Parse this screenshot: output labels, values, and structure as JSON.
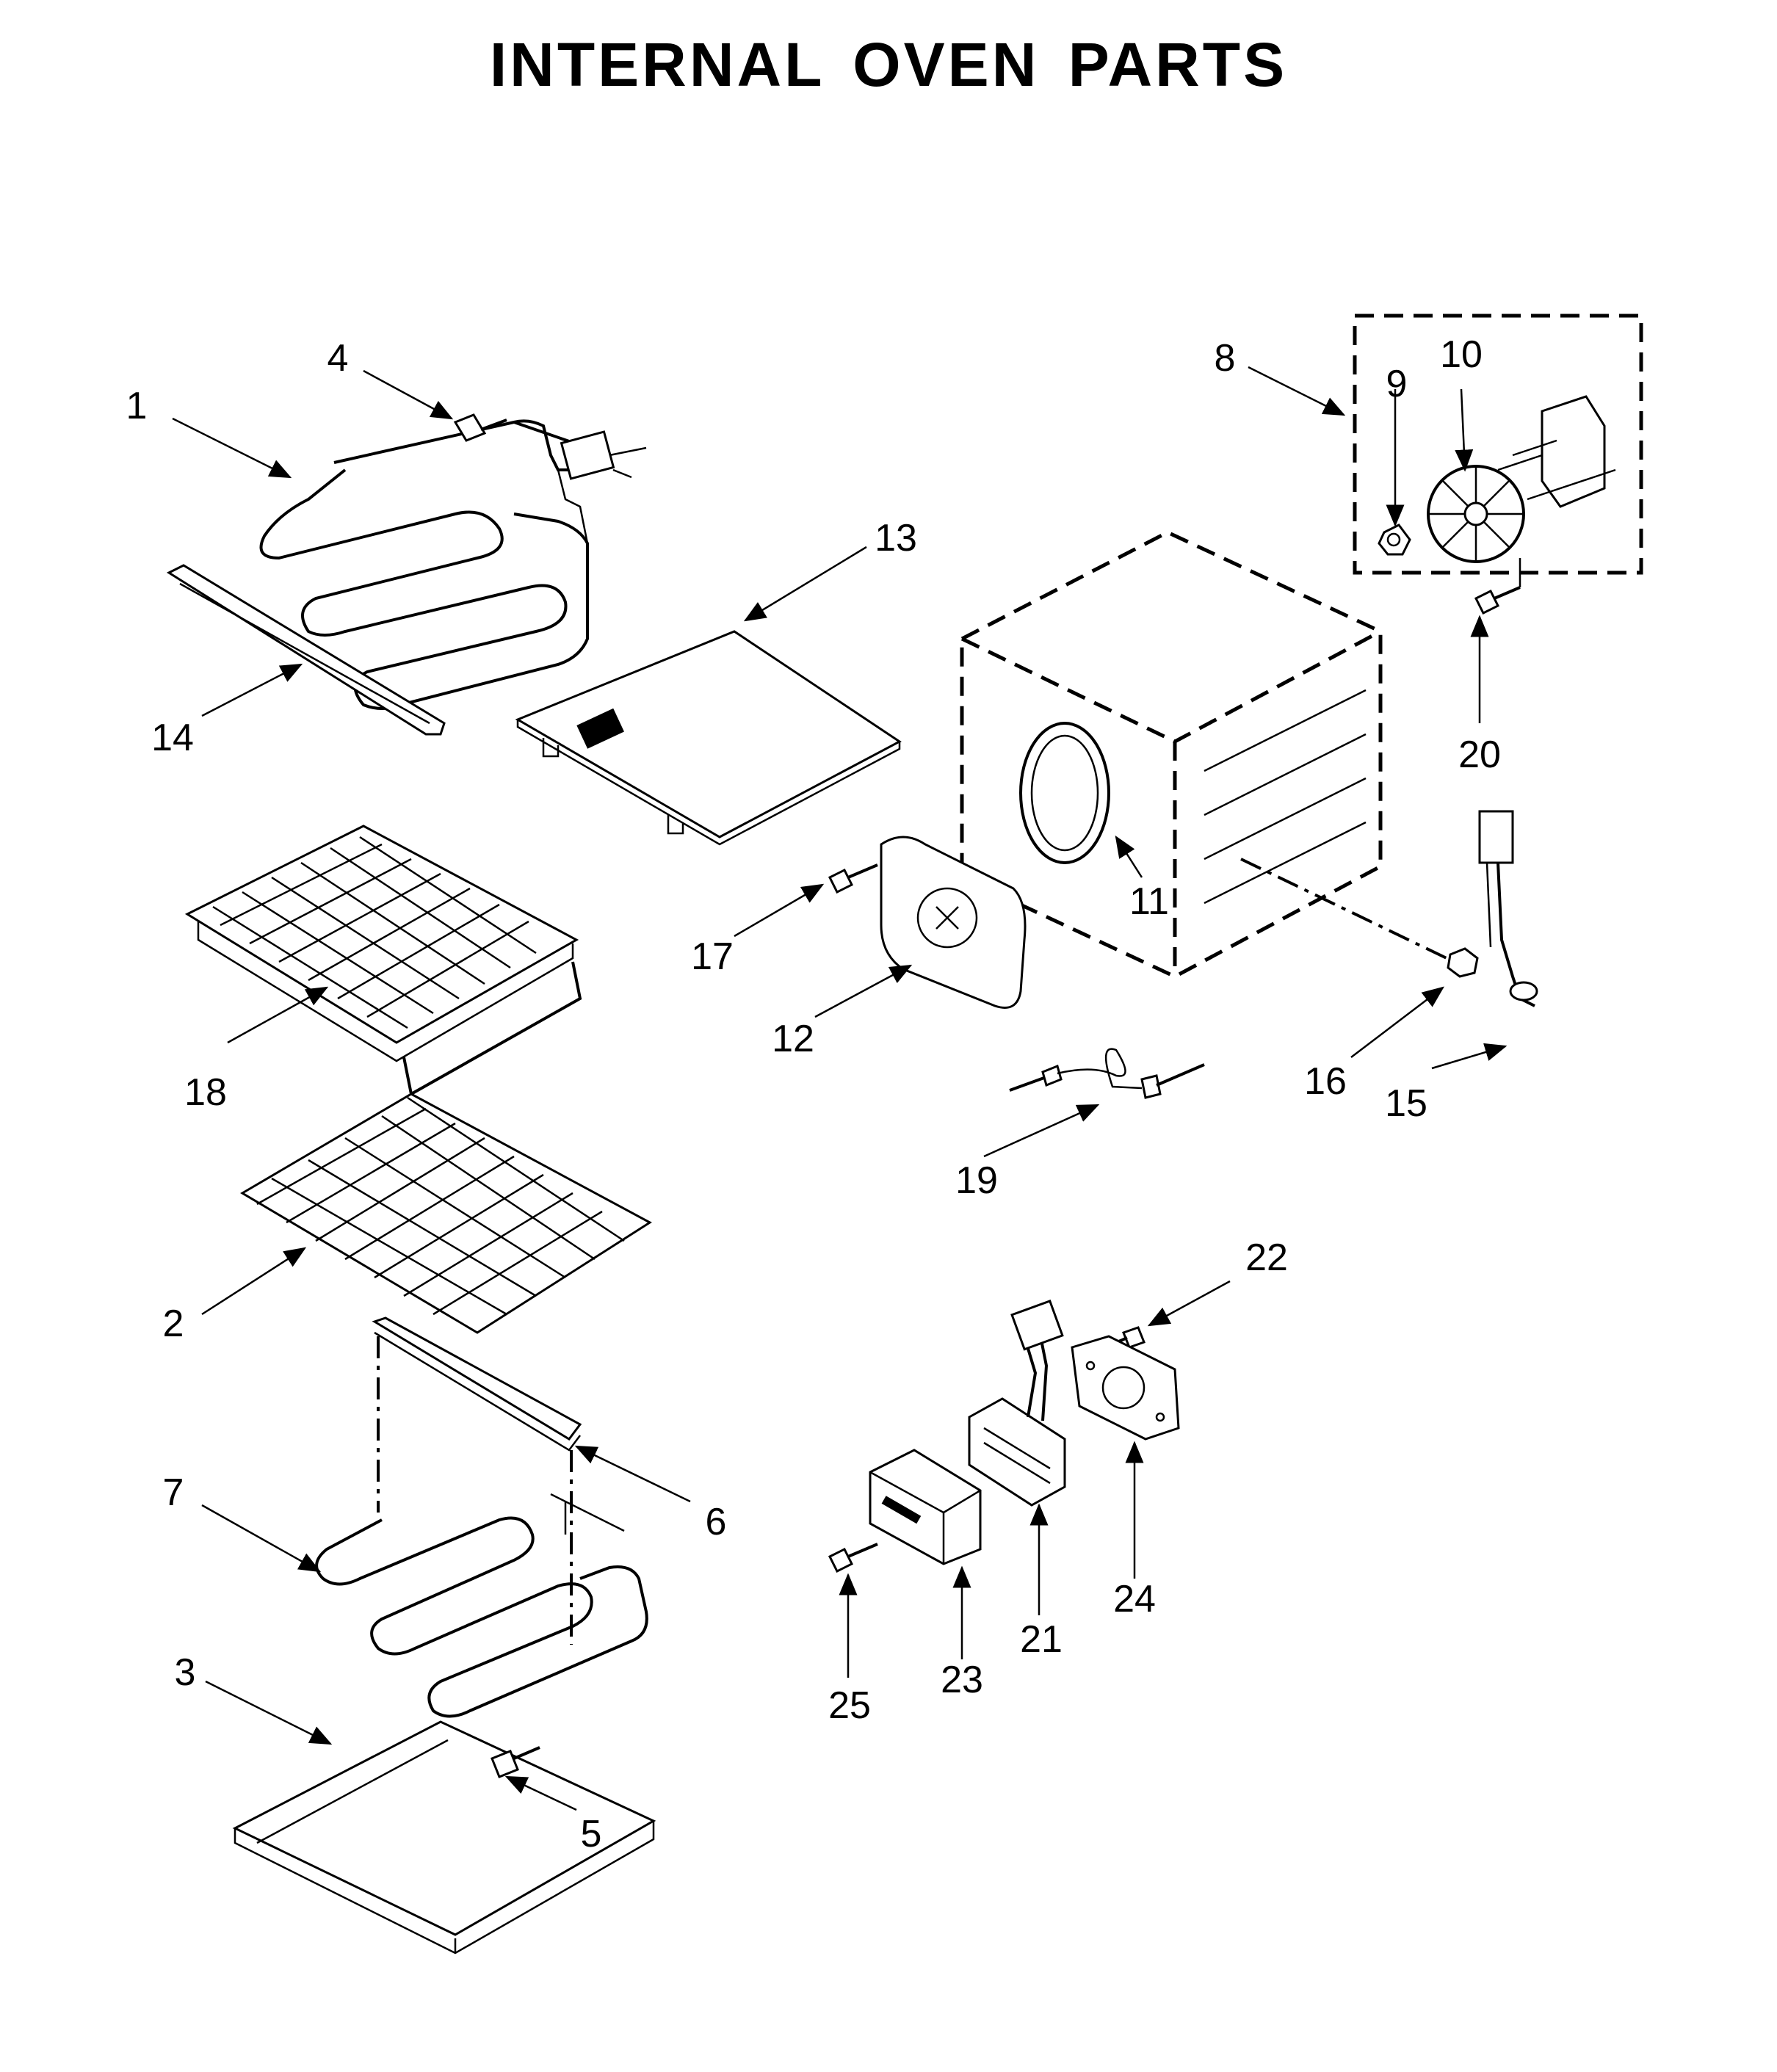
{
  "title": "INTERNAL OVEN PARTS",
  "callouts": {
    "c1": "1",
    "c2": "2",
    "c3": "3",
    "c4": "4",
    "c5": "5",
    "c6": "6",
    "c7": "7",
    "c8": "8",
    "c9": "9",
    "c10": "10",
    "c11": "11",
    "c12": "12",
    "c13": "13",
    "c14": "14",
    "c15": "15",
    "c16": "16",
    "c17": "17",
    "c18": "18",
    "c19": "19",
    "c20": "20",
    "c21": "21",
    "c22": "22",
    "c23": "23",
    "c24": "24",
    "c25": "25"
  }
}
